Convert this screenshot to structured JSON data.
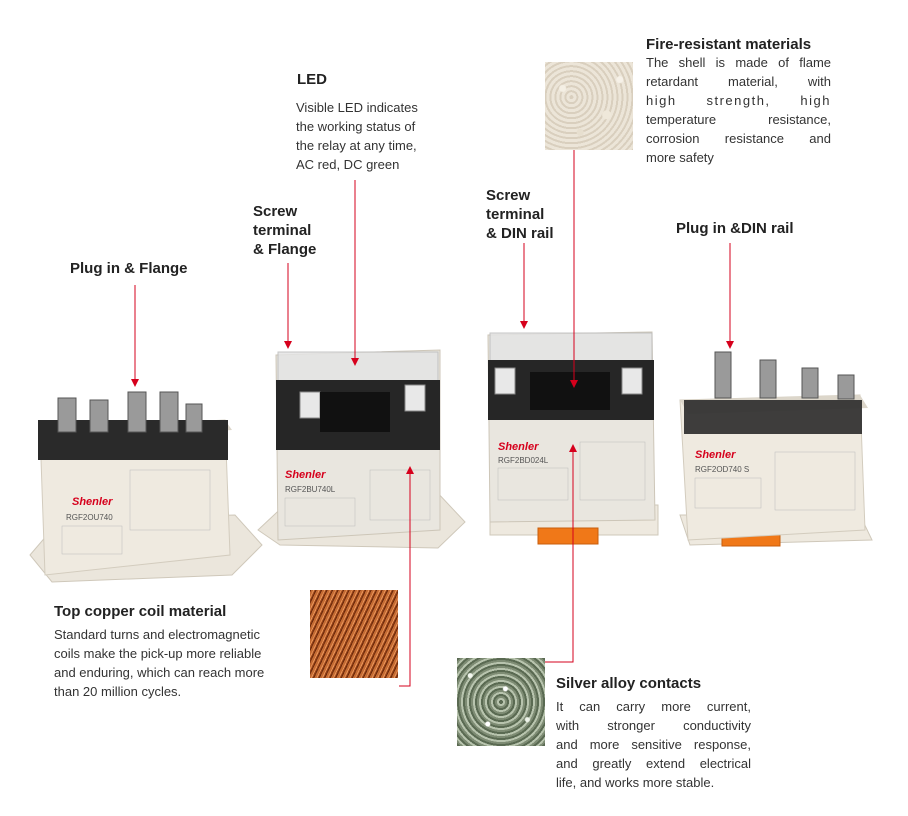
{
  "labels": {
    "plug_flange": "Plug in & Flange",
    "screw_flange_line1": "Screw",
    "screw_flange_line2": "terminal",
    "screw_flange_line3": "& Flange",
    "screw_din_line1": "Screw",
    "screw_din_line2": "terminal",
    "screw_din_line3": "& DIN rail",
    "plug_din": "Plug in &DIN rail"
  },
  "led": {
    "title": "LED",
    "lines": [
      "Visible LED indicates",
      "the working status of",
      "the relay at any time,",
      "AC red, DC green"
    ]
  },
  "fire": {
    "title": "Fire-resistant materials",
    "lines": [
      "The shell is made of flame",
      "retardant material, with",
      "high strength, high",
      "temperature resistance,",
      "corrosion resistance and",
      "more safety"
    ]
  },
  "copper": {
    "title": "Top copper coil material",
    "lines": [
      "Standard turns and electromagnetic",
      "coils make the pick-up more reliable",
      "and enduring, which can reach more",
      "than  20 million cycles."
    ]
  },
  "silver": {
    "title": "Silver alloy contacts",
    "lines": [
      "It can carry more current,",
      "with stronger conductivity",
      "and more sensitive response,",
      "and greatly extend electrical",
      "life, and works more stable."
    ]
  },
  "relays": [
    {
      "brand": "Shenler",
      "model": "RGF2OU740"
    },
    {
      "brand": "Shenler",
      "model": "RGF2BU740L"
    },
    {
      "brand": "Shenler",
      "model": "RGF2BD024L"
    },
    {
      "brand": "Shenler",
      "model": "RGF2OD740 S"
    }
  ],
  "colors": {
    "arrow": "#d6001c",
    "accent_orange": "#f07818"
  }
}
